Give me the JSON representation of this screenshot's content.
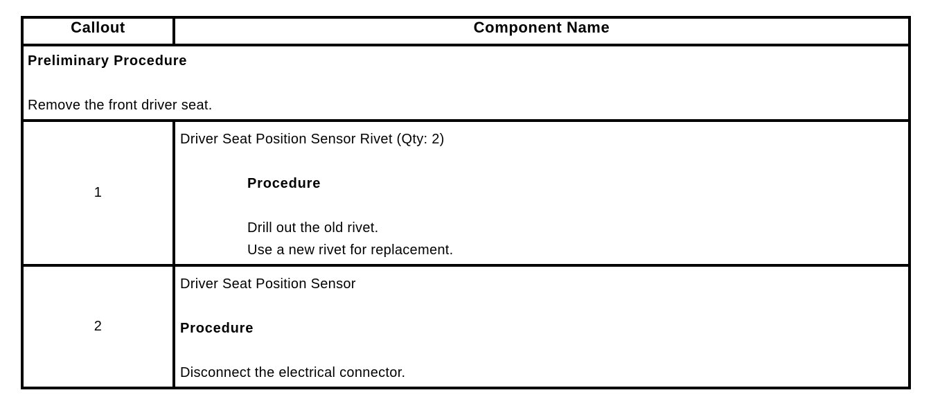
{
  "colors": {
    "background": "#ffffff",
    "text": "#000000",
    "border": "#000000"
  },
  "table": {
    "header": {
      "callout_label": "Callout",
      "component_label": "Component Name"
    },
    "preliminary": {
      "title": "Preliminary Procedure",
      "instruction": "Remove the front driver seat."
    },
    "rows": [
      {
        "callout": "1",
        "component_name": "Driver Seat Position Sensor Rivet (Qty: 2)",
        "procedure_label": "Procedure",
        "steps": [
          "Drill out the old rivet.",
          "Use a new rivet for replacement."
        ]
      },
      {
        "callout": "2",
        "component_name": "Driver Seat Position Sensor",
        "procedure_label": "Procedure",
        "steps": [
          "Disconnect the electrical connector."
        ]
      }
    ]
  }
}
